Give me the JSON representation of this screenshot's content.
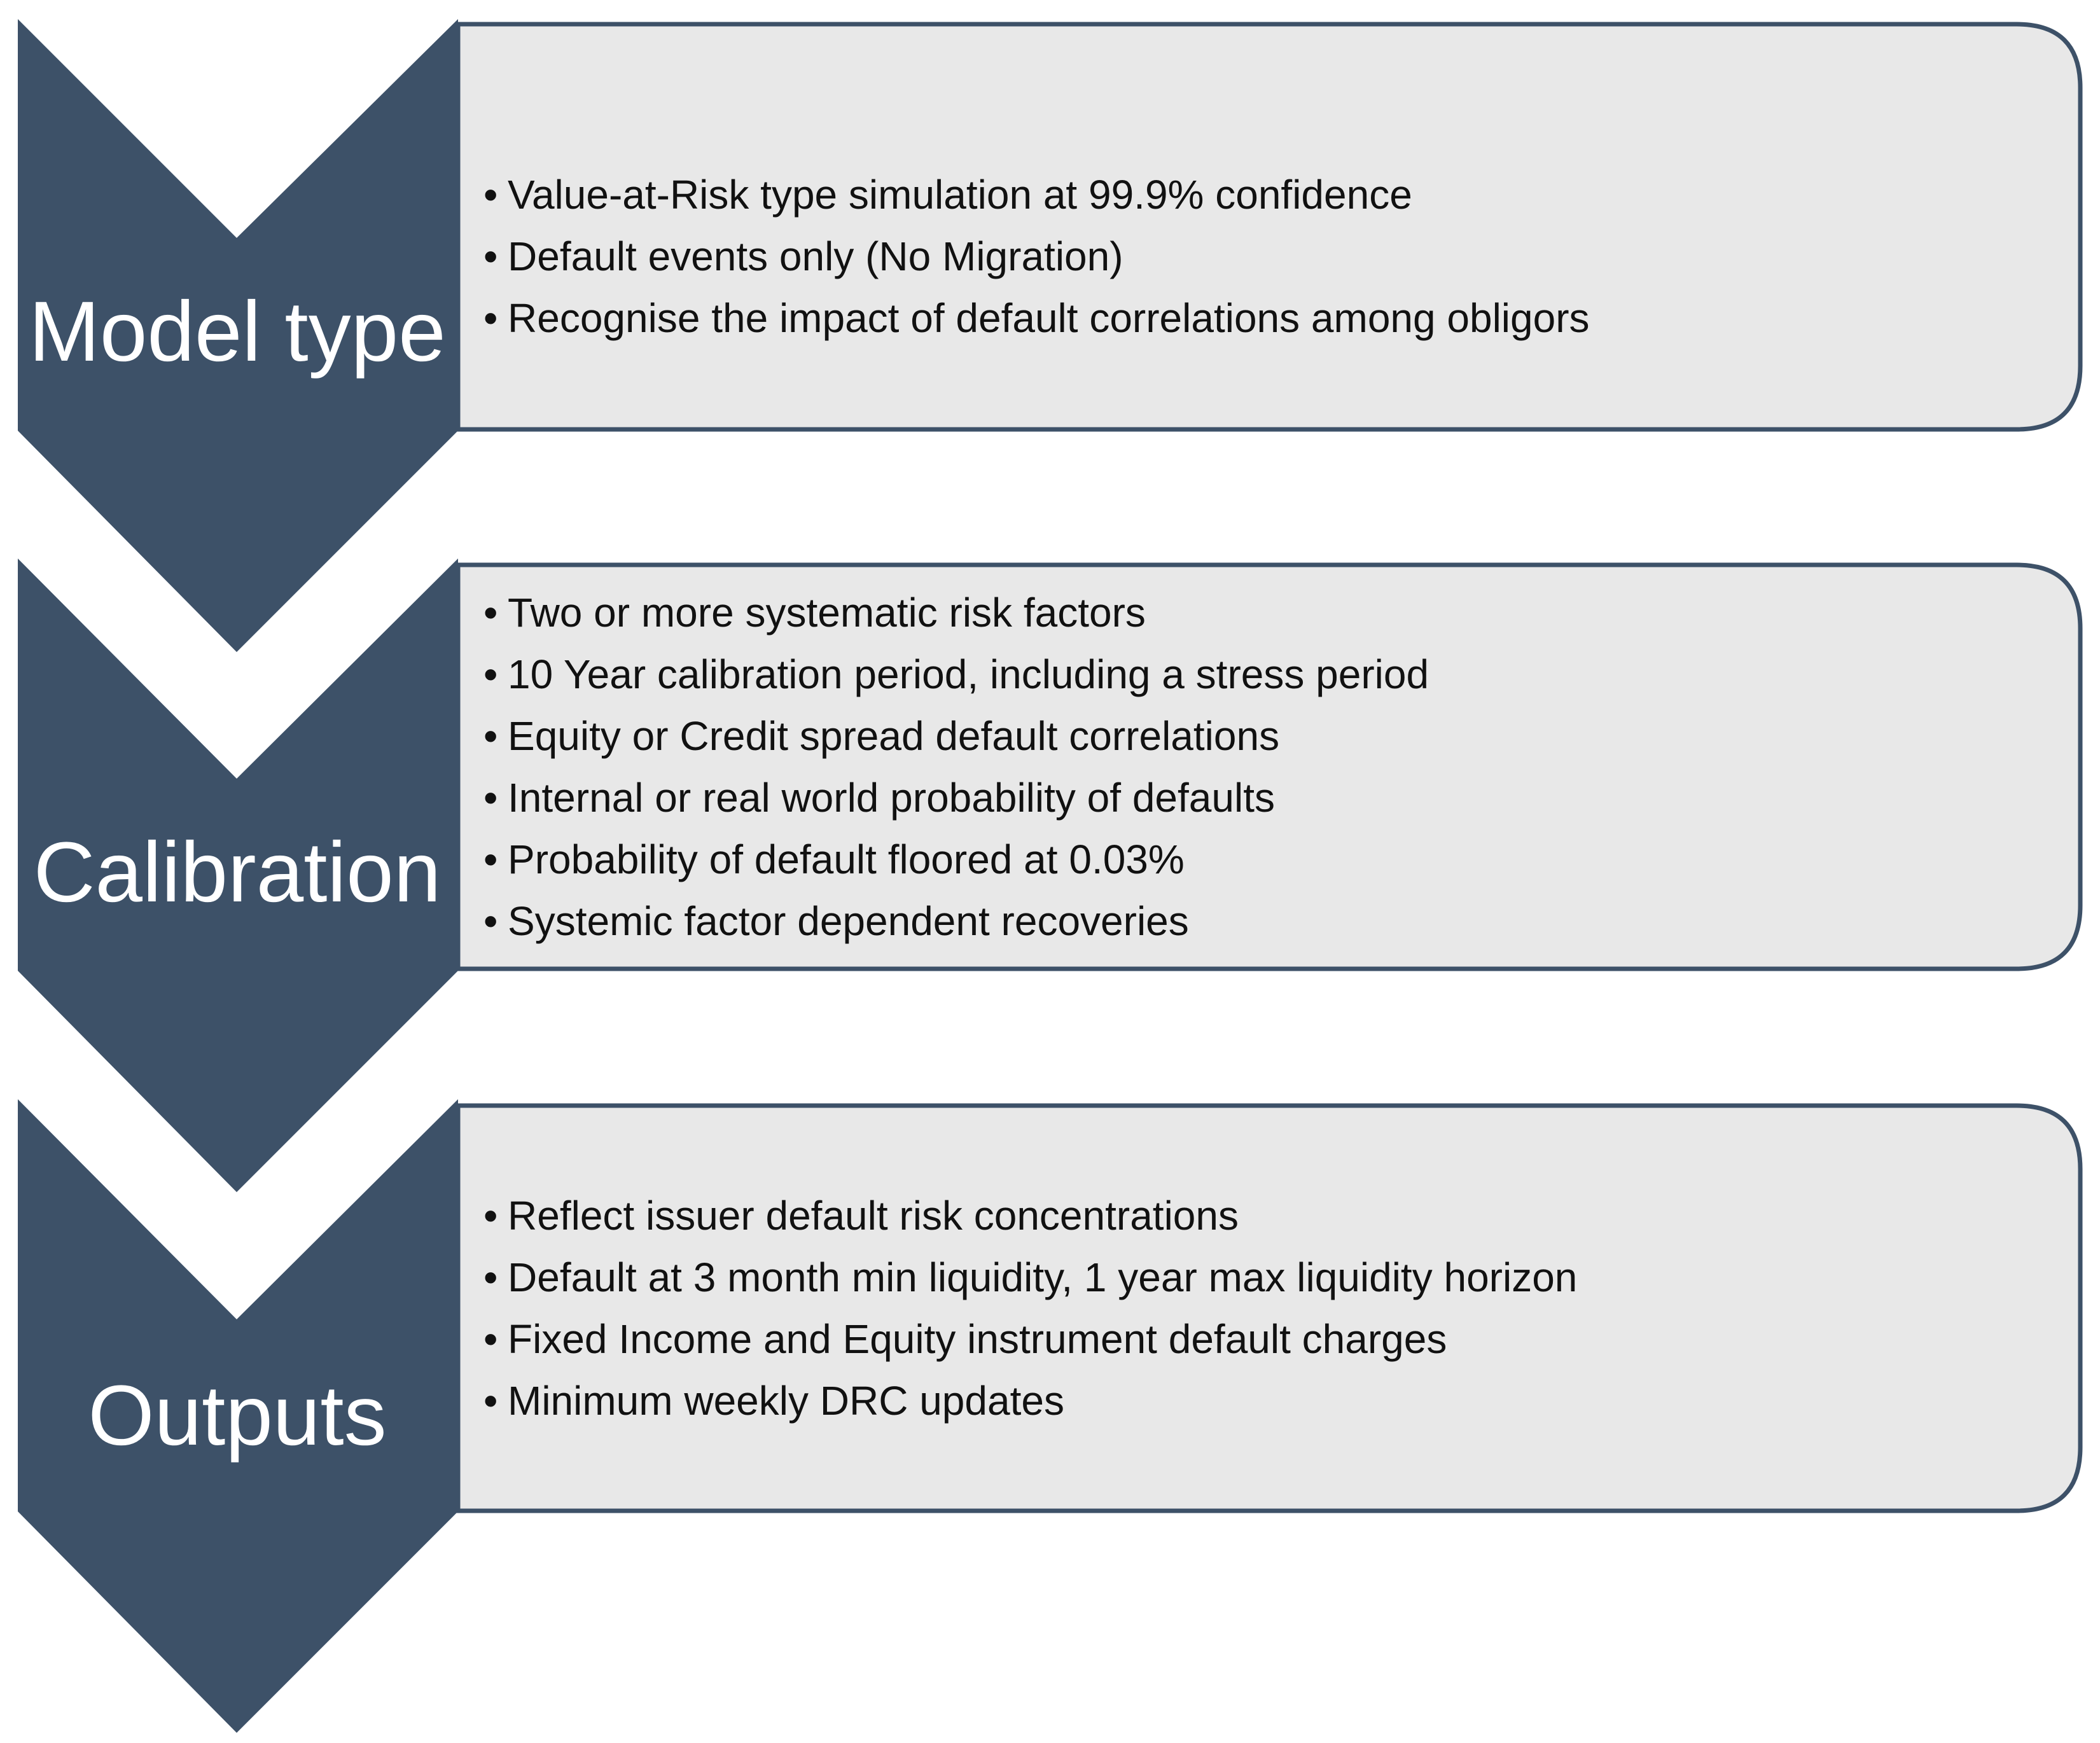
{
  "colors": {
    "chevron": "#3d5168",
    "panel_fill": "#e8e8e8",
    "panel_border": "#3d5168",
    "label_text": "#ffffff",
    "bullet_text": "#111111"
  },
  "bullet_glyph": "•",
  "steps": [
    {
      "label": "Model type",
      "bullets": [
        "Value-at-Risk type simulation at 99.9% confidence",
        "Default events only (No Migration)",
        "Recognise the impact of default correlations among obligors"
      ]
    },
    {
      "label": "Calibration",
      "bullets": [
        "Two or more systematic risk factors",
        "10 Year calibration period, including a stress period",
        "Equity or Credit spread default correlations",
        "Internal or real world probability of defaults",
        "Probability of default floored at 0.03%",
        "Systemic factor dependent recoveries"
      ]
    },
    {
      "label": "Outputs",
      "bullets": [
        "Reflect issuer default risk concentrations",
        "Default at 3 month min liquidity, 1 year max liquidity horizon",
        "Fixed Income and Equity instrument default charges",
        "Minimum weekly DRC updates"
      ]
    }
  ]
}
